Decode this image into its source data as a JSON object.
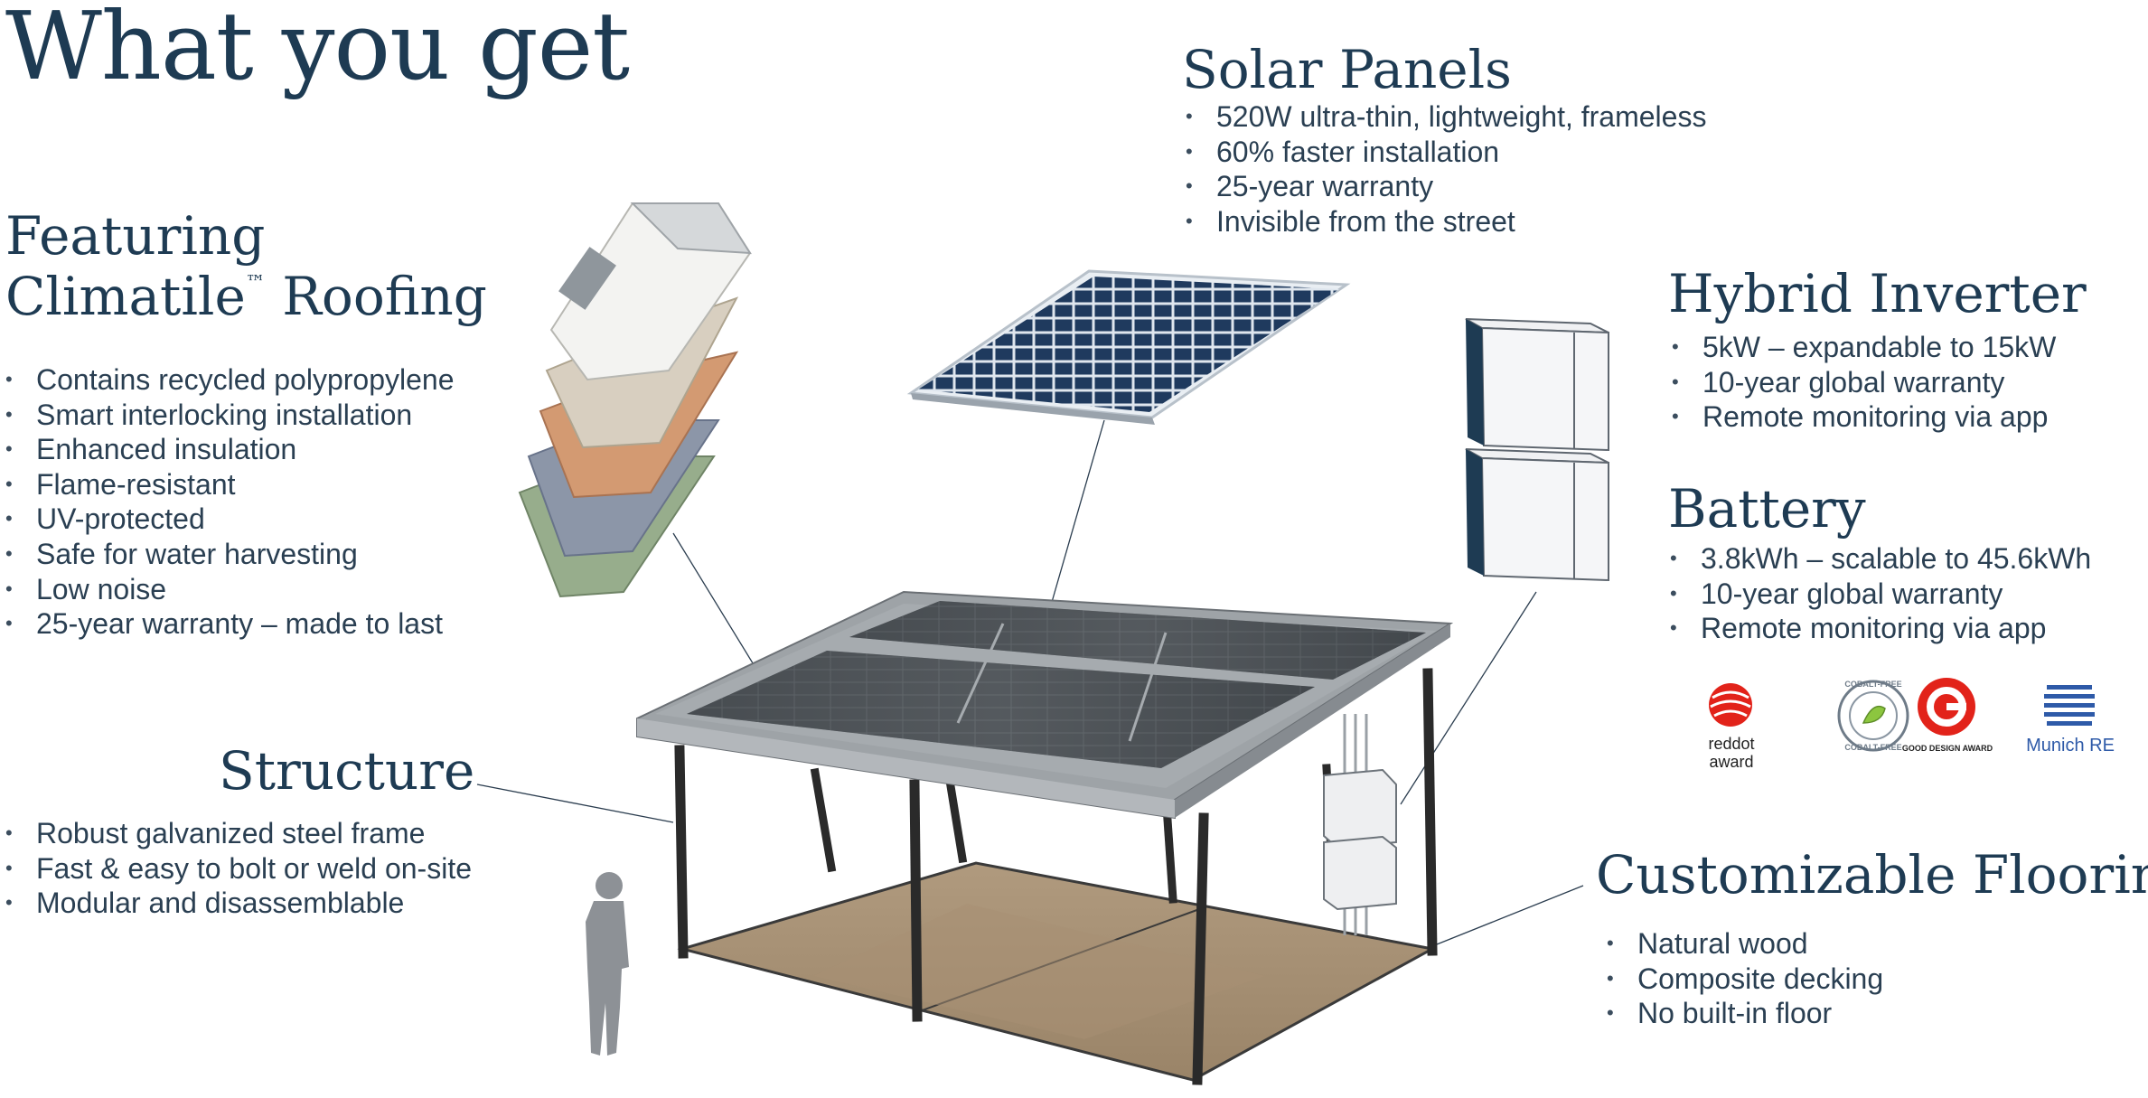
{
  "title": "What you get",
  "roofing": {
    "heading_line1": "Featuring",
    "heading_line2_prefix": "Climatile",
    "heading_tm": "™",
    "heading_line2_suffix": " Roofing",
    "items": [
      "Contains recycled polypropylene",
      "Smart interlocking installation",
      "Enhanced insulation",
      "Flame-resistant",
      "UV-protected",
      "Safe for water harvesting",
      "Low noise",
      "25-year warranty – made to last"
    ]
  },
  "solar_panels": {
    "heading": "Solar Panels",
    "items": [
      "520W ultra-thin, lightweight, frameless",
      "60% faster installation",
      "25-year warranty",
      "Invisible from the street"
    ]
  },
  "hybrid_inverter": {
    "heading": "Hybrid Inverter",
    "items": [
      "5kW – expandable to 15kW",
      "10-year global warranty",
      "Remote monitoring via app"
    ]
  },
  "battery": {
    "heading": "Battery",
    "items": [
      "3.8kWh – scalable to 45.6kWh",
      "10-year global warranty",
      "Remote monitoring via app"
    ]
  },
  "structure": {
    "heading": "Structure",
    "items": [
      "Robust galvanized steel frame",
      "Fast & easy to bolt or weld on-site",
      "Modular and disassemblable"
    ]
  },
  "flooring": {
    "heading": "Customizable Flooring",
    "items": [
      "Natural wood",
      "Composite decking",
      "No built-in floor"
    ]
  },
  "logos": {
    "reddot_line1": "reddot",
    "reddot_line2": "award",
    "cobalt_top": "COBALT-FREE",
    "cobalt_bottom": "COBALT-FREE",
    "good_design": "GOOD DESIGN AWARD",
    "munich_re": "Munich RE"
  },
  "colors": {
    "heading": "#1e3b53",
    "text": "#2a3f52",
    "panel_cell": "#1f3a5e",
    "reddot_red": "#e2231a",
    "munich_blue": "#2e5aa8"
  },
  "tile_colors": [
    "#f3f3f1",
    "#d8cfc0",
    "#d39a72",
    "#8c96a8",
    "#97ad8c"
  ]
}
